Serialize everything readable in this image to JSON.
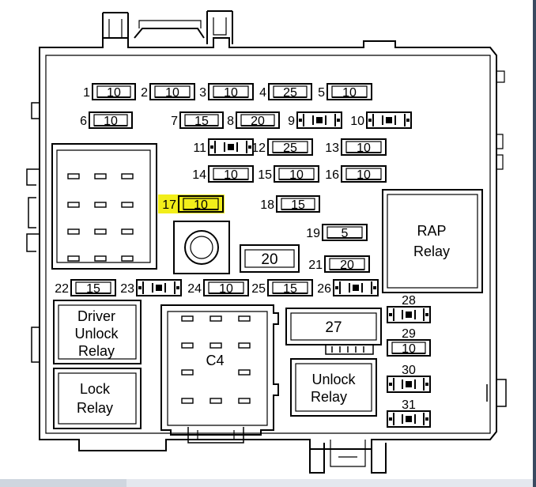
{
  "fuses": [
    {
      "num": "1",
      "val": "10"
    },
    {
      "num": "2",
      "val": "10"
    },
    {
      "num": "3",
      "val": "10"
    },
    {
      "num": "4",
      "val": "25"
    },
    {
      "num": "5",
      "val": "10"
    },
    {
      "num": "6",
      "val": "10"
    },
    {
      "num": "7",
      "val": "15"
    },
    {
      "num": "8",
      "val": "20"
    },
    {
      "num": "9",
      "val": ""
    },
    {
      "num": "10",
      "val": ""
    },
    {
      "num": "11",
      "val": ""
    },
    {
      "num": "12",
      "val": "25"
    },
    {
      "num": "13",
      "val": "10"
    },
    {
      "num": "14",
      "val": "10"
    },
    {
      "num": "15",
      "val": "10"
    },
    {
      "num": "16",
      "val": "10"
    },
    {
      "num": "17",
      "val": "10",
      "highlighted": true
    },
    {
      "num": "18",
      "val": "15"
    },
    {
      "num": "19",
      "val": "5"
    },
    {
      "num": "20",
      "val": "20"
    },
    {
      "num": "21",
      "val": "20"
    },
    {
      "num": "22",
      "val": "15"
    },
    {
      "num": "23",
      "val": ""
    },
    {
      "num": "24",
      "val": "10"
    },
    {
      "num": "25",
      "val": "15"
    },
    {
      "num": "26",
      "val": ""
    },
    {
      "num": "27",
      "val": ""
    },
    {
      "num": "28",
      "val": ""
    },
    {
      "num": "29",
      "val": "10"
    },
    {
      "num": "30",
      "val": ""
    },
    {
      "num": "31",
      "val": ""
    }
  ],
  "relays": {
    "rap": [
      "RAP",
      "Relay"
    ],
    "driver_unlock": [
      "Driver",
      "Unlock",
      "Relay"
    ],
    "lock": [
      "Lock",
      "Relay"
    ],
    "unlock": [
      "Unlock",
      "Relay"
    ]
  },
  "connector_label": "C4",
  "colors": {
    "highlight": "#f2ee1a",
    "line": "#000000",
    "background": "#ffffff"
  }
}
